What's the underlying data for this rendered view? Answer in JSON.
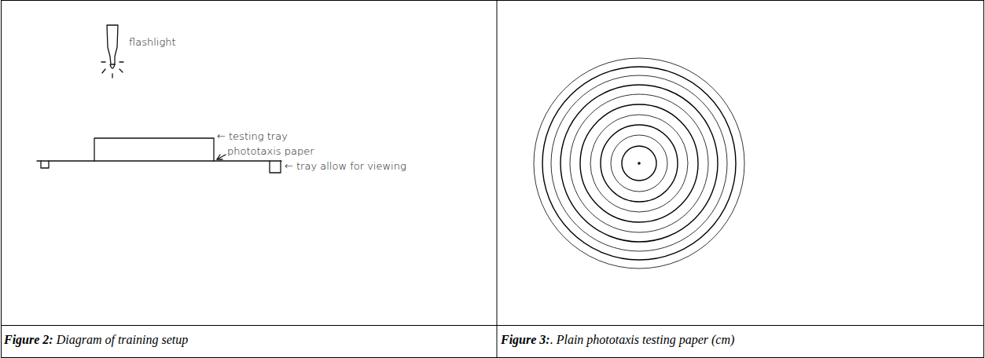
{
  "diagram": {
    "labels": [
      "flashlight",
      "← testing tray",
      "phototaxis paper",
      "← tray allow for viewing",
      "Figure 2:",
      " Diagram of training setup",
      "Figure 3:",
      ". Plain phototaxis testing paper (cm)"
    ]
  }
}
